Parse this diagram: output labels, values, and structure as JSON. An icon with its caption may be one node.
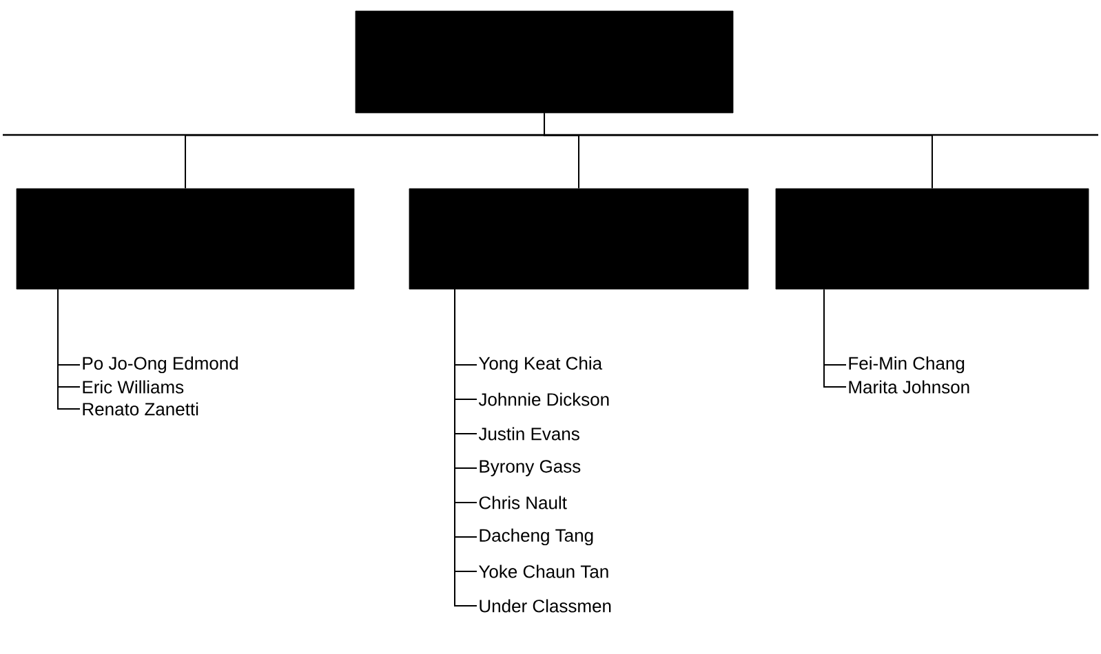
{
  "diagram": {
    "nodes": [
      {
        "text": [],
        "shape": "box"
      },
      {
        "text": [],
        "shape": "box"
      },
      {
        "text": [],
        "shape": "box"
      },
      {
        "text": [],
        "shape": "box"
      },
      {
        "text": [
          "Po Jo-Ong Edmond"
        ]
      },
      {
        "text": [
          "Eric Williams"
        ]
      },
      {
        "text": [
          "Renato Zanetti"
        ]
      },
      {
        "text": [
          "Yong Keat Chia"
        ]
      },
      {
        "text": [
          "Johnnie Dickson"
        ]
      },
      {
        "text": [
          "Justin Evans"
        ]
      },
      {
        "text": [
          "Byrony Gass"
        ]
      },
      {
        "text": [
          "Chris Nault"
        ]
      },
      {
        "text": [
          "Dacheng Tang"
        ]
      },
      {
        "text": [
          "Yoke Chaun Tan"
        ]
      },
      {
        "text": [
          "Under Classmen"
        ]
      },
      {
        "text": [
          "Fei-Min Chang"
        ]
      },
      {
        "text": [
          "Marita Johnson"
        ]
      }
    ],
    "edges": [
      {
        "from": 0,
        "to": 1,
        "arrow": "none"
      },
      {
        "from": 0,
        "to": 2,
        "arrow": "none"
      },
      {
        "from": 0,
        "to": 3,
        "arrow": "none"
      },
      {
        "from": 1,
        "to": 4,
        "arrow": "none"
      },
      {
        "from": 1,
        "to": 5,
        "arrow": "none"
      },
      {
        "from": 1,
        "to": 6,
        "arrow": "none"
      },
      {
        "from": 2,
        "to": 7,
        "arrow": "none"
      },
      {
        "from": 2,
        "to": 8,
        "arrow": "none"
      },
      {
        "from": 2,
        "to": 9,
        "arrow": "none"
      },
      {
        "from": 2,
        "to": 10,
        "arrow": "none"
      },
      {
        "from": 2,
        "to": 11,
        "arrow": "none"
      },
      {
        "from": 2,
        "to": 12,
        "arrow": "none"
      },
      {
        "from": 2,
        "to": 13,
        "arrow": "none"
      },
      {
        "from": 2,
        "to": 14,
        "arrow": "none"
      },
      {
        "from": 3,
        "to": 15,
        "arrow": "none"
      },
      {
        "from": 3,
        "to": 16,
        "arrow": "none"
      }
    ]
  }
}
